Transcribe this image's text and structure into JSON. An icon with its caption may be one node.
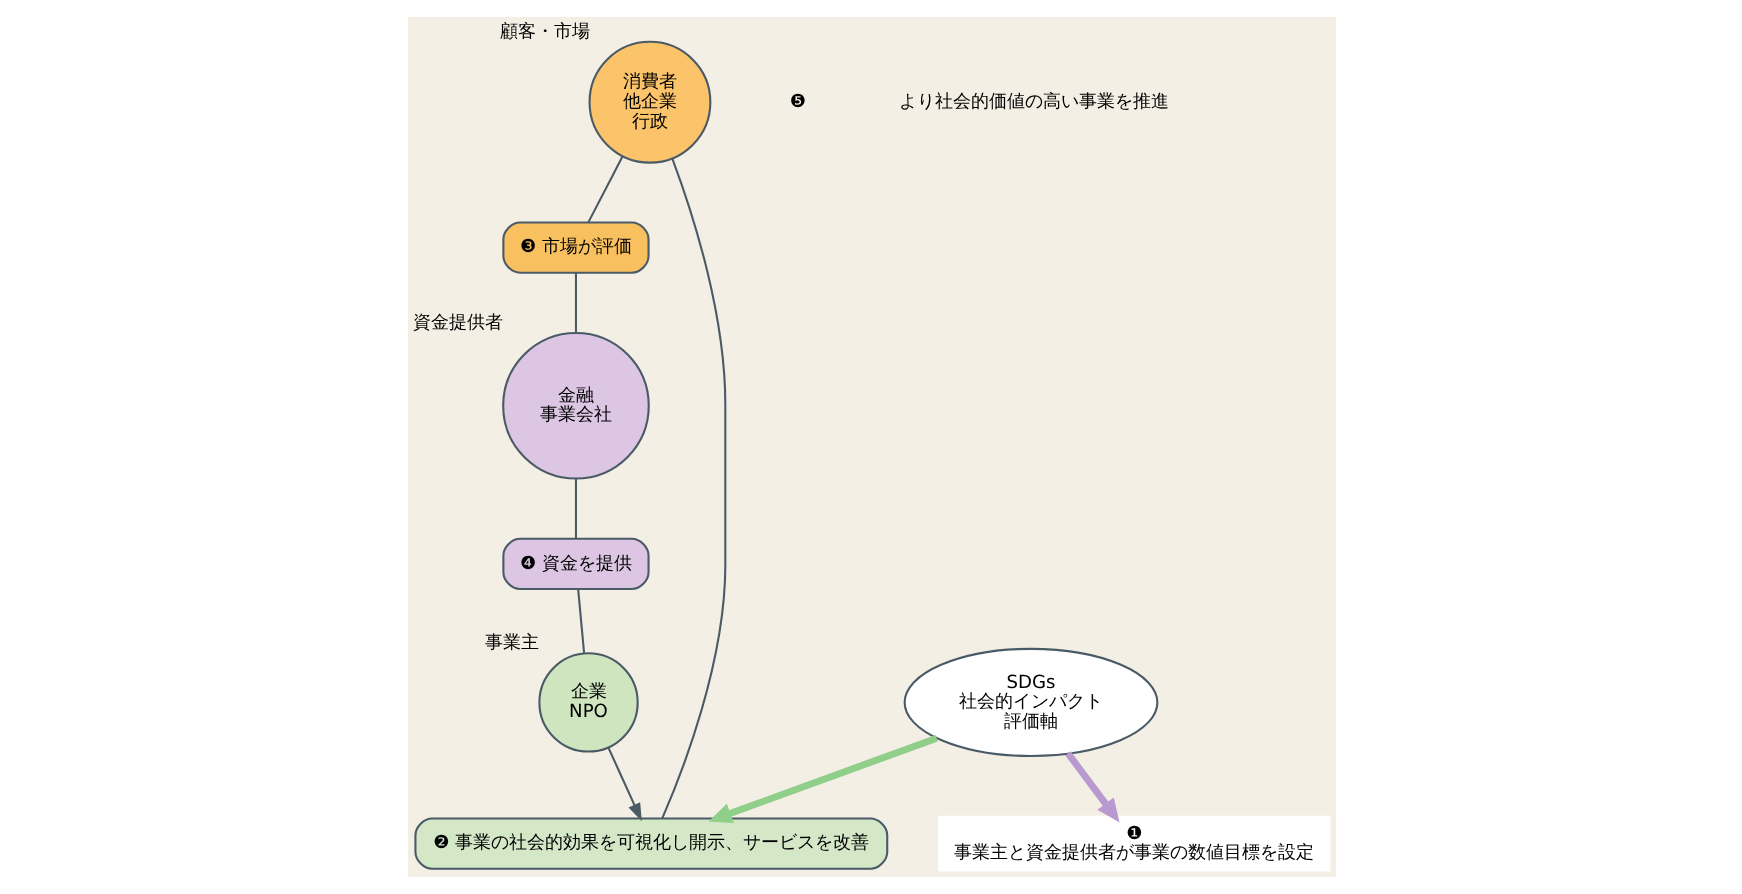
{
  "diagram": {
    "nodes": [
      {
        "text": [
          "消費者",
          "他企業",
          "行政"
        ],
        "beside": [
          "顧客・市場"
        ]
      },
      {
        "text": [
          "❷ 事業の社会的効果を可視化し開示、サービスを改善"
        ]
      },
      {
        "text": [
          "❸ 市場が評価"
        ]
      },
      {
        "text": [
          "SDGs",
          "社会的インパクト",
          "評価軸"
        ]
      },
      {
        "text": [
          "❶",
          "事業主と資金提供者が事業の数値目標を設定"
        ]
      },
      {
        "text": [
          "企業",
          "NPO"
        ],
        "beside": [
          "事業主"
        ]
      },
      {
        "text": [
          "金融",
          "事業会社"
        ],
        "beside": [
          "資金提供者"
        ]
      },
      {
        "text": [
          "❹ 資金を提供"
        ]
      }
    ],
    "edges": [
      {
        "from": 3,
        "to": 1,
        "arrow": "to",
        "style": "thick",
        "color": "#8fcf8a"
      },
      {
        "from": 3,
        "to": 4,
        "arrow": "to",
        "style": "thick",
        "color": "#b99ad0"
      },
      {
        "from": 5,
        "to": 1,
        "arrow": "to"
      },
      {
        "from": 1,
        "to": 0,
        "arrow": "none"
      },
      {
        "from": 0,
        "to": 2,
        "arrow": "none"
      },
      {
        "from": 2,
        "to": 6,
        "arrow": "none"
      },
      {
        "from": 6,
        "to": 7,
        "arrow": "none"
      },
      {
        "from": 7,
        "to": 5,
        "arrow": "none"
      }
    ],
    "labels": [
      "❺",
      "より社会的価値の高い事業を推進"
    ]
  }
}
